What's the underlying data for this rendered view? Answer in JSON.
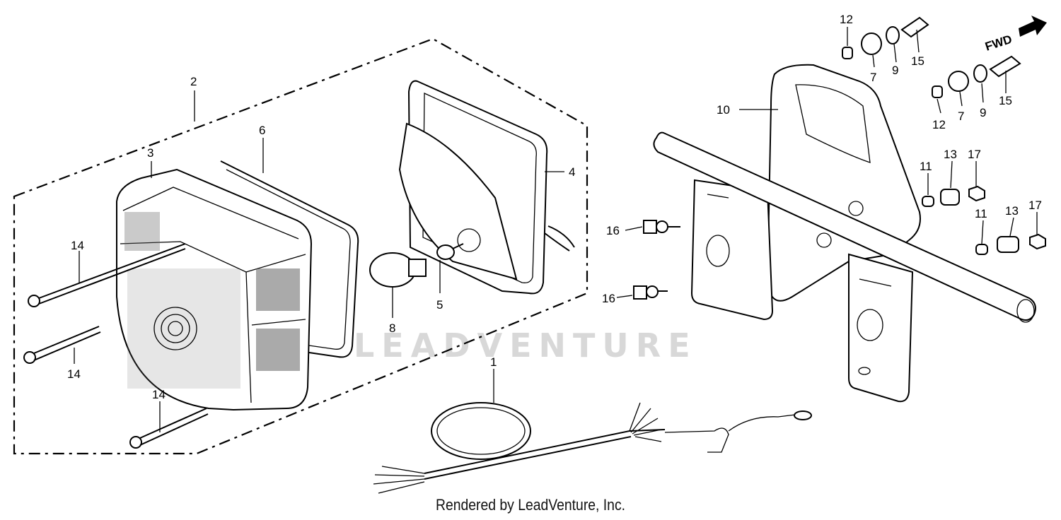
{
  "diagram": {
    "callouts": {
      "c1": "1",
      "c2": "2",
      "c3": "3",
      "c4": "4",
      "c5": "5",
      "c6": "6",
      "c7a": "7",
      "c7b": "7",
      "c8": "8",
      "c9a": "9",
      "c9b": "9",
      "c10": "10",
      "c11a": "11",
      "c11b": "11",
      "c12a": "12",
      "c12b": "12",
      "c13a": "13",
      "c13b": "13",
      "c14a": "14",
      "c14b": "14",
      "c14c": "14",
      "c15a": "15",
      "c15b": "15",
      "c16a": "16",
      "c16b": "16",
      "c17a": "17",
      "c17b": "17"
    },
    "fwd_label": "FWD",
    "watermark": "LEADVENTURE"
  },
  "footer": {
    "credit": "Rendered by LeadVenture, Inc."
  }
}
